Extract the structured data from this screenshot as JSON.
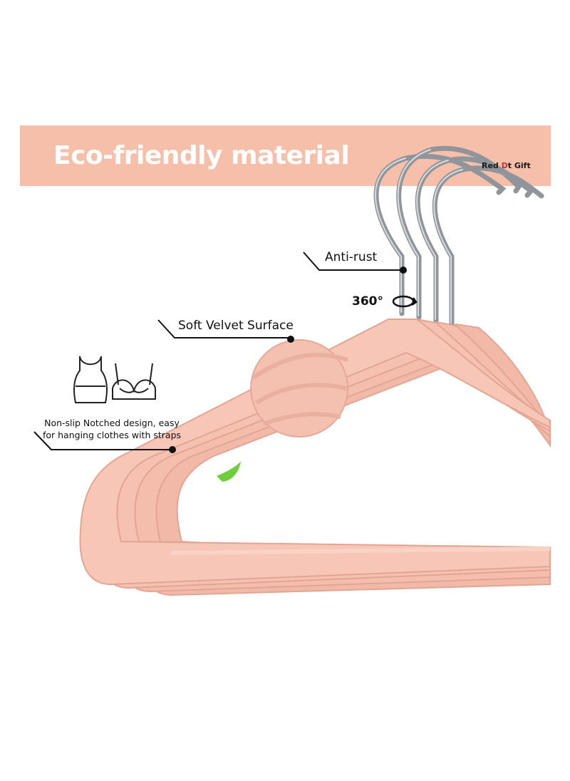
{
  "banner": {
    "title": "Eco-friendly material",
    "color": "#f6bfa9"
  },
  "brand": {
    "part1": "Red ",
    "part2": "D",
    "part3": "t Gift"
  },
  "callouts": {
    "anti_rust": "Anti-rust",
    "rotation": "360°",
    "soft_surface": "Soft Velvet Surface",
    "non_slip_line1": "Non-slip Notched design, easy",
    "non_slip_line2": "for hanging clothes with straps"
  },
  "colors": {
    "hanger": "#f5c3b3",
    "hanger_shade": "#e9ab99",
    "hook": "#a8adb3"
  }
}
